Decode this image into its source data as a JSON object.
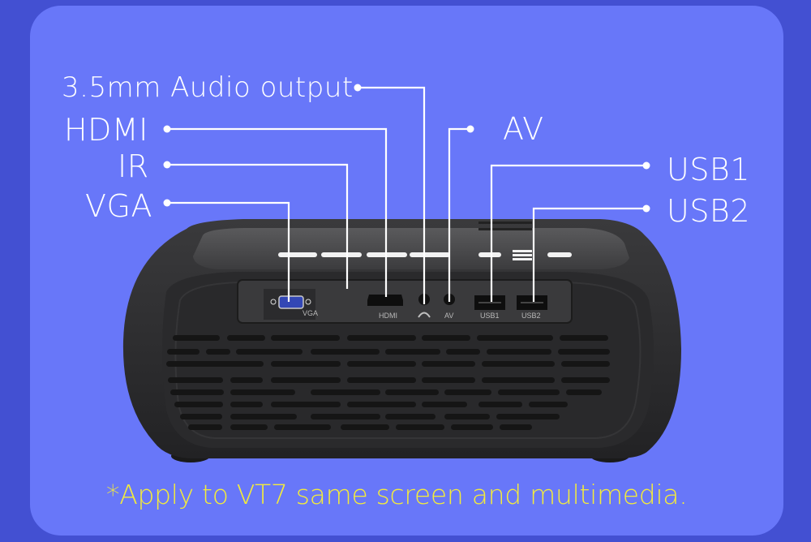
{
  "image": {
    "subject": "projector-rear-ports-diagram",
    "colors": {
      "frame": "#4350d2",
      "panel": "#6877f9",
      "labels": "#ffffff",
      "footnote": "#f4ec3a",
      "body": "#2e2e30"
    }
  },
  "callouts": {
    "audio": "3.5mm Audio output",
    "hdmi": "HDMI",
    "ir": "IR",
    "vga": "VGA",
    "av": "AV",
    "usb1": "USB1",
    "usb2": "USB2"
  },
  "ports": {
    "vga": "VGA",
    "hdmi": "HDMI",
    "av": "AV",
    "usb1": "USB1",
    "usb2": "USB2",
    "headphone_icon": "headphone-icon"
  },
  "footnote": "*Apply to VT7 same screen and multimedia."
}
